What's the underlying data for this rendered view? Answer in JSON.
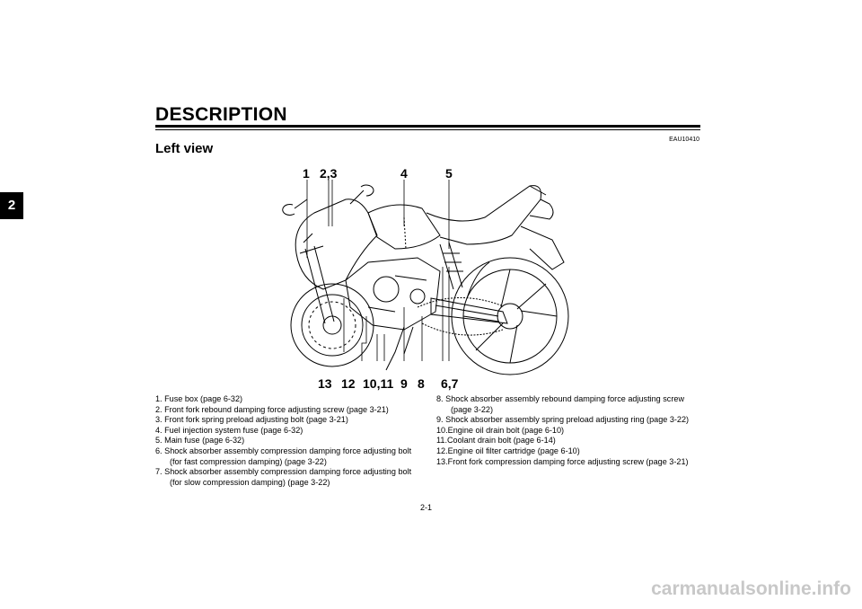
{
  "section_tab": "2",
  "header": {
    "title": "DESCRIPTION",
    "code": "EAU10410",
    "subtitle": "Left view"
  },
  "figure": {
    "top_callouts": [
      "1",
      "2,3",
      "4",
      "5"
    ],
    "bottom_callouts": [
      "13",
      "12",
      "10,11",
      "9",
      "8",
      "6,7"
    ]
  },
  "left_list": [
    {
      "num": "1.",
      "text": "Fuse box (page 6-32)",
      "cont": ""
    },
    {
      "num": "2.",
      "text": "Front fork rebound damping force adjusting screw (page 3-21)",
      "cont": ""
    },
    {
      "num": "3.",
      "text": "Front fork spring preload adjusting bolt (page 3-21)",
      "cont": ""
    },
    {
      "num": "4.",
      "text": "Fuel injection system fuse (page 6-32)",
      "cont": ""
    },
    {
      "num": "5.",
      "text": "Main fuse (page 6-32)",
      "cont": ""
    },
    {
      "num": "6.",
      "text": "Shock absorber assembly compression damping force adjusting bolt",
      "cont": "(for fast compression damping) (page 3-22)"
    },
    {
      "num": "7.",
      "text": "Shock absorber assembly compression damping force adjusting bolt",
      "cont": "(for slow compression damping) (page 3-22)"
    }
  ],
  "right_list": [
    {
      "num": "8.",
      "text": "Shock absorber assembly rebound damping force adjusting screw",
      "cont": "(page 3-22)"
    },
    {
      "num": "9.",
      "text": "Shock absorber assembly spring preload adjusting ring (page 3-22)",
      "cont": ""
    },
    {
      "num": "10.",
      "text": "Engine oil drain bolt (page 6-10)",
      "cont": ""
    },
    {
      "num": "11.",
      "text": "Coolant drain bolt (page 6-14)",
      "cont": ""
    },
    {
      "num": "12.",
      "text": "Engine oil filter cartridge (page 6-10)",
      "cont": ""
    },
    {
      "num": "13.",
      "text": "Front fork compression damping force adjusting screw (page 3-21)",
      "cont": ""
    }
  ],
  "page_number": "2-1",
  "watermark": "carmanualsonline.info"
}
